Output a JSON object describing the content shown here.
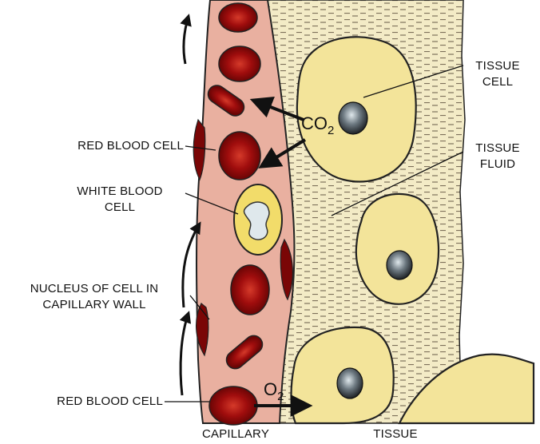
{
  "labels": {
    "tissue_cell": "TISSUE\nCELL",
    "tissue_fluid": "TISSUE\nFLUID",
    "red_blood_cell_upper": "RED BLOOD CELL",
    "white_blood_cell": "WHITE BLOOD\nCELL",
    "nucleus_capillary_wall": "NUCLEUS OF CELL IN\nCAPILLARY WALL",
    "red_blood_cell_lower": "RED BLOOD CELL",
    "capillary": "CAPILLARY",
    "tissue": "TISSUE"
  },
  "chemicals": {
    "co2": {
      "base": "CO",
      "sub": "2"
    },
    "o2": {
      "base": "O",
      "sub": "2"
    }
  },
  "colors": {
    "capillary_fill": "#e9b0a0",
    "tissue_fill": "#f6efcc",
    "cell_fill": "#f3e49a",
    "rbc_fill": "#a81010",
    "wbc_fill": "#f2dc6a",
    "nucleus_fill": "#5a6066"
  }
}
